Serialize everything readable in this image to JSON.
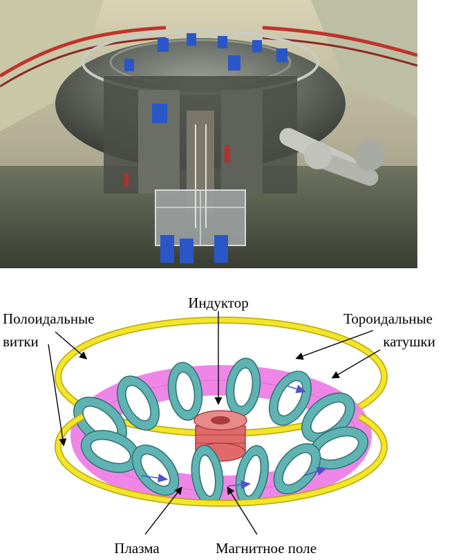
{
  "photo": {
    "subject": "tokamak-installation-photo"
  },
  "diagram": {
    "labels": {
      "inductor": "Индуктор",
      "poloidal_line1": "Полоидальные",
      "poloidal_line2": "витки",
      "toroidal_line1": "Тороидальные",
      "toroidal_line2": "катушки",
      "plasma": "Плазма",
      "magnetic_field": "Магнитное поле"
    },
    "colors": {
      "poloidal_coil": "#f2e52a",
      "poloidal_coil_edge": "#b8a600",
      "toroidal_coil": "#5fb3b3",
      "toroidal_coil_dark": "#2f6f6f",
      "plasma": "#ee7fe6",
      "inductor": "#e06a6a",
      "inductor_dark": "#a83c3c",
      "field_arrow": "#5050d0"
    }
  }
}
